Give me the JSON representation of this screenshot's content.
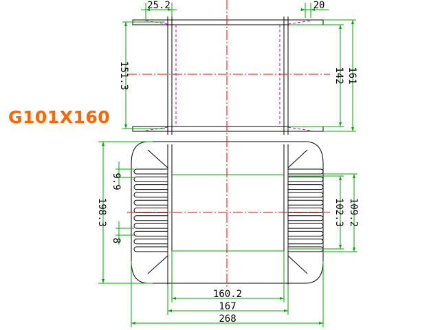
{
  "part_number": "G101X160",
  "colors": {
    "outline": "#000000",
    "dimension": "#00aa00",
    "centerline": "#ff0000",
    "hidden": "#cc00cc",
    "label": "#ff6600"
  },
  "dimensions": {
    "top_flange_left": "25.2",
    "top_flange_right": "20",
    "top_height_outer": "151.3",
    "top_height_inner": "142",
    "top_height_total": "161",
    "bottom_height": "198.3",
    "fin_pitch_top": "9.9",
    "fin_pitch_bottom": "8",
    "window_height": "102.3",
    "window_height_outer": "109.2",
    "core_width": "160.2",
    "core_width_outer": "167",
    "total_width": "268"
  }
}
